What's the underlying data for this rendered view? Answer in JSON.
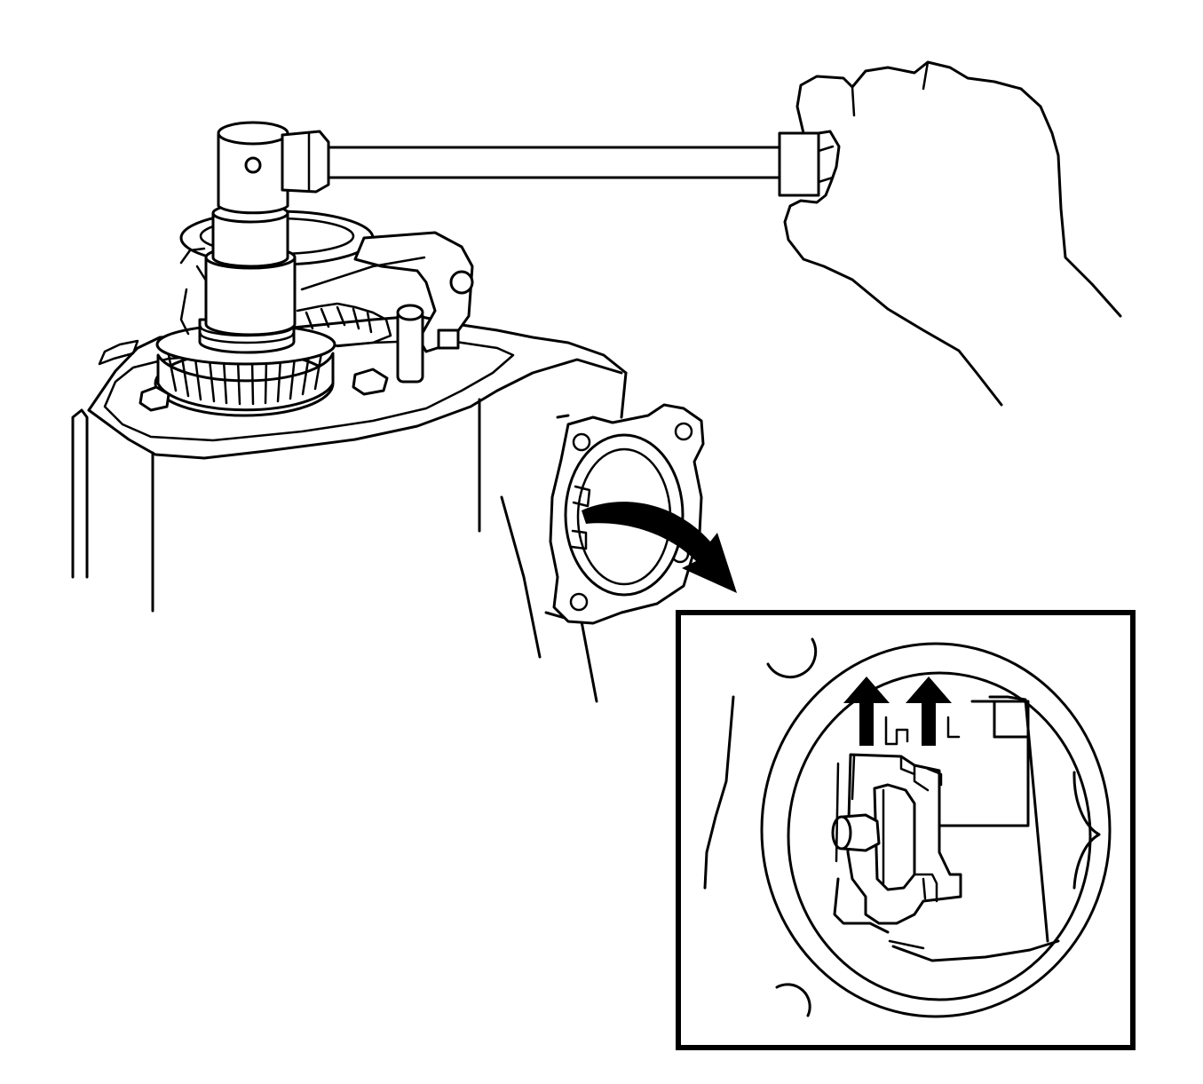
{
  "figure": {
    "line_color": "#000000",
    "background_color": "#ffffff",
    "parts": {
      "housing": "transmission-case",
      "gearset": "helical-gear",
      "tool": "ratchet-wrench",
      "operator": "hand",
      "flange": "bolt-flange",
      "callout": "detail-inset",
      "indicator": "up-arrow-icon"
    }
  }
}
